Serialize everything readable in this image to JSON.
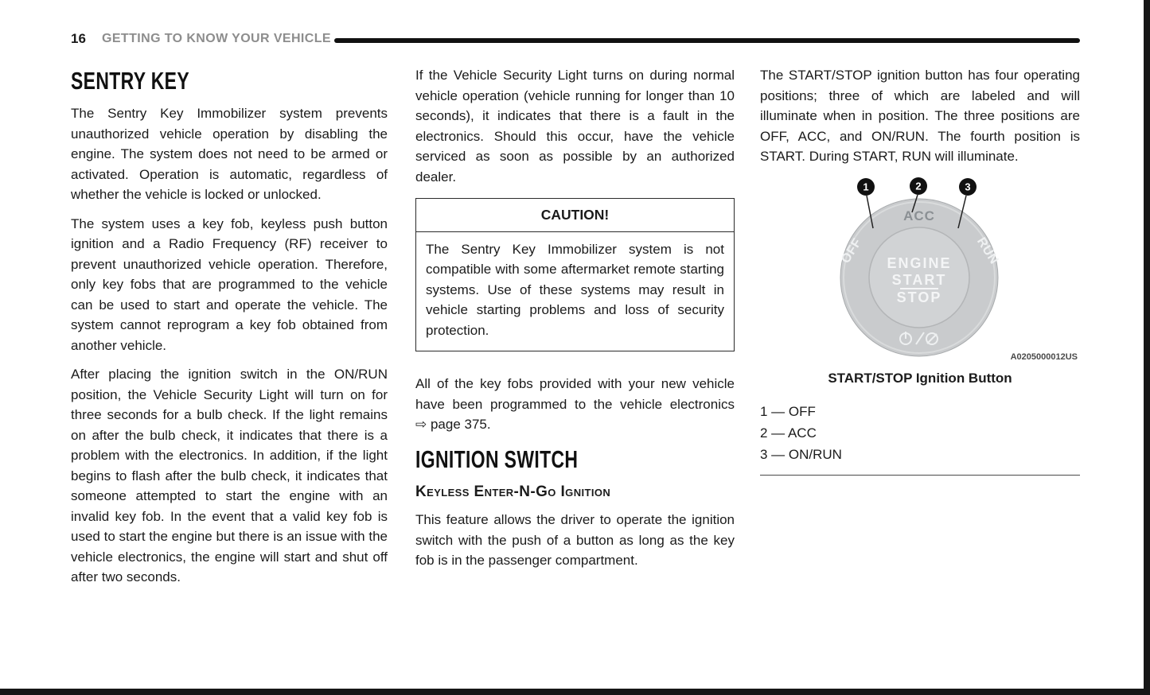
{
  "page": {
    "number": "16",
    "section_title": "GETTING TO KNOW YOUR VEHICLE"
  },
  "sentry_key": {
    "heading": "SENTRY KEY",
    "p1": "The Sentry Key Immobilizer system prevents unauthorized vehicle operation by disabling the engine. The system does not need to be armed or activated. Operation is automatic, regardless of whether the vehicle is locked or unlocked.",
    "p2": "The system uses a key fob, keyless push button ignition and a Radio Frequency (RF) receiver to prevent unauthorized vehicle operation. Therefore, only key fobs that are programmed to the vehicle can be used to start and operate the vehicle. The system cannot reprogram a key fob obtained from another vehicle.",
    "p3": "After placing the ignition switch in the ON/RUN position, the Vehicle Security Light will turn on for three seconds for a bulb check. If the light remains on after the bulb check, it indicates that there is a problem with the electronics. In addition, if the light begins to flash after the bulb check, it indicates that someone attempted to start the engine with an invalid key fob. In the event that a valid key fob is used to start the engine but there is an issue with the vehicle electronics, the engine will start and shut off after two seconds."
  },
  "col2": {
    "p1": "If the Vehicle Security Light turns on during normal vehicle operation (vehicle running for longer than 10 seconds), it indicates that there is a fault in the electronics. Should this occur, have the vehicle serviced as soon as possible by an authorized dealer.",
    "caution": {
      "title": "CAUTION!",
      "body": "The Sentry Key Immobilizer system is not compatible with some aftermarket remote starting systems. Use of these systems may result in vehicle starting problems and loss of security protection."
    },
    "p2_prefix": "All of the key fobs provided with your new vehicle have been programmed to the vehicle electronics",
    "p2_link": "⇨ page 375.",
    "ignition_heading": "IGNITION SWITCH",
    "keyless_subheading": "Keyless Enter-N-Go Ignition",
    "p3": "This feature allows the driver to operate the ignition switch with the push of a button as long as the key fob is in the passenger compartment."
  },
  "col3": {
    "p1": "The START/STOP ignition button has four operating positions; three of which are labeled and will illuminate when in position. The three positions are OFF, ACC, and ON/RUN. The fourth position is START. During START, RUN will illuminate.",
    "figure": {
      "callouts": [
        "1",
        "2",
        "3"
      ],
      "labels": {
        "acc": "ACC",
        "off": "OFF",
        "run": "RUN"
      },
      "button_lines": [
        "ENGINE",
        "START",
        "STOP"
      ],
      "code": "A0205000012US",
      "caption": "START/STOP Ignition Button",
      "legend": [
        "1 — OFF",
        "2 — ACC",
        "3 — ON/RUN"
      ]
    }
  },
  "colors": {
    "header_rule": "#111111",
    "section_title_gray": "#8d8d8d",
    "button_gray": "#c9cbcd"
  }
}
